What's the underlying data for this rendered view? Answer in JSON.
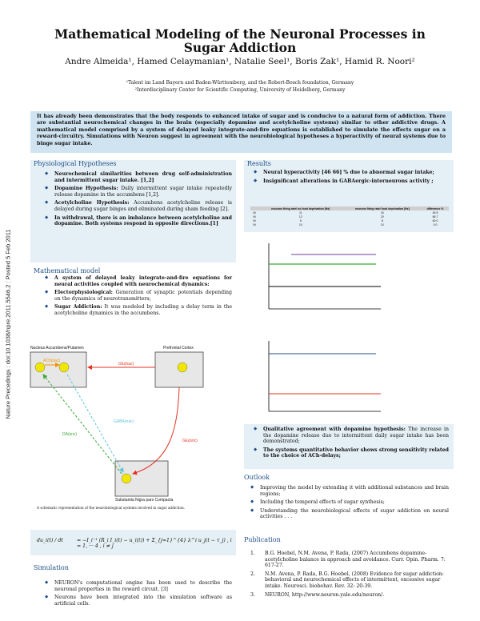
{
  "side_note": "Nature Precedings : doi:10.1038/npre.2011.5546.2 : Posted 5 Feb 2011",
  "title": "Mathematical Modeling of the Neuronal Processes in Sugar Addiction",
  "authors": "Andre Almeida¹, Hamed Celaymanian¹, Natalie Seel¹, Boris Zak¹, Hamid R. Noori²",
  "affiliations": [
    "¹Talent im Land Bayern and Baden-Württemberg, and the Robert-Bosch foundation, Germany",
    "²Interdisciplinary Center for Scientific Computing, University of Heidelberg, Germany"
  ],
  "abstract": "It has already been demonstrates that the body responds to enhanced intake of sugar and is conducive to a natural form of addiction. There are substantial neurochemical changes in the brain (especially dopamine and acetylcholine systems) similar to other addictive drugs. A mathematical model comprised by a system of delayed leaky integrate-and-fire equations is established to simulate the effects sugar on a reward-circuitry. Simulations with Neuron suggest in agreement with the neurobiological hypotheses a hyperactivity of neural systems due to binge sugar intake.",
  "physio": {
    "heading": "Physiological Hypotheses",
    "items": [
      {
        "bold": "Neurochemical similarities between drug self-administration and intermittent sugar intake. [1,2]",
        "text": ""
      },
      {
        "bold": "Dopamine Hypothesis:",
        "text": " Daily intermittent sugar intake repeatedly release dopamine in the accumbens [1,2]."
      },
      {
        "bold": "Acetylcholine Hypothesis:",
        "text": " Accumbens acetylcholine release is delayed during sugar binges and eliminated during sham feeding [2]."
      },
      {
        "bold": "In withdrawal, there is an imbalance between acetylcholine and dopamine. Both systems respond in opposite directions.[1]",
        "text": ""
      }
    ]
  },
  "model": {
    "heading": "Mathematical model",
    "items": [
      {
        "bold": "A system of delayed leaky integrate-and-fire equations for neural activities coupled with neurochemical dynamics:",
        "text": ""
      },
      {
        "bold": "Electorphysiological:",
        "text": " Generation of synaptic potentials depending on the dynamics of neurotransmitters;"
      },
      {
        "bold": "Sugar Addiction:",
        "text": " It was modeled by including a delay term in the acetylcholine dynamics in the accumbens."
      }
    ]
  },
  "diagram": {
    "nac": "Nucleus Accumbens/Putamen",
    "pfc": "Prefrontal Cortex",
    "ach": "ACh(nac)",
    "glu1": "Glu(nac)",
    "gaba": "GABA(nac)",
    "da": "DA(snc)",
    "glu2": "Glu(snc)",
    "snc": "Substantia Nigra pars Compacta",
    "caption": "A schematic representation of the neurobiological systems involved in sugar addiction."
  },
  "equation": {
    "lhs": "du_i(t) / dt",
    "rhs": "= −I_i⁻¹ (R_i I_i(t) − u_i(t)) + Σ_{j=1}^{4} λ^i u_j(t − τ_j) ,  i = 1, ··· 4 ,  i ≠ j"
  },
  "simulation": {
    "heading": "Simulation",
    "items": [
      {
        "bold": "",
        "text": "NEURON's computational engine has been used to describe the neuronal properties in the reward circuit. [3]"
      },
      {
        "bold": "",
        "text": "Neurons have been integrated into the simulation software as artificial cells."
      }
    ]
  },
  "results": {
    "heading": "Results",
    "items": [
      {
        "bold": "Neural hyperactivity [46 66] % due to abnormal sugar intake;",
        "text": ""
      },
      {
        "bold": "Insignificant alterations in GABAergic-interneurons activity ;",
        "text": ""
      }
    ],
    "table_headers": [
      "",
      "neurons firing rate/ no food deprivation [Hz]",
      "neurons firing rate/ food deprivation [Hz]",
      "difference %"
    ],
    "table_rows": [
      [
        "Ni",
        "11",
        "16",
        "45.5"
      ],
      [
        "Ni",
        "12",
        "20",
        "66.7"
      ],
      [
        "Ni",
        "5",
        "8",
        "60.0"
      ],
      [
        "Ni",
        "10",
        "10",
        "0.0"
      ]
    ],
    "items2": [
      {
        "bold": "Qualitative agreement with dopamine hypothesis:",
        "text": " The increase in the dopamine release due to intermittent daily sugar intake has been demonstrated;"
      },
      {
        "bold": "The systems quantitative behavior shows strong sensitivity related to the choice of ACh-delays;",
        "text": ""
      }
    ]
  },
  "outlook": {
    "heading": "Outlook",
    "items": [
      {
        "bold": "",
        "text": "Improving the model by extending it with additional substances and brain regions;"
      },
      {
        "bold": "",
        "text": "Including the temporal effects of sugar synthesis;"
      },
      {
        "bold": "",
        "text": "Understanding the neurobiological effects of sugar addiction on neural activities . . ."
      }
    ]
  },
  "publication": {
    "heading": "Publication",
    "refs": [
      {
        "num": "1.",
        "text": "B.G. Hoebel, N.M. Avena, P. Rada, (2007) Accumbens dopamine-acetylcholine balance in approach and avoidance. Curr. Opin. Pharm. 7: 617-27."
      },
      {
        "num": "2.",
        "text": "N.M. Avena, P. Rada, B.G. Hoebel, (2008) Evidence for sugar addiction: behavioral and neurochemical effects of intermittent, excessive sugar intake. Neurosci. biobehav. Rev. 32: 20-39."
      },
      {
        "num": "3.",
        "text": "NEURON, http://www.neuron.yale.edu/neuron/."
      }
    ]
  },
  "colors": {
    "panel": "#e5eff6",
    "abstract_bg": "#cfe3f1",
    "heading": "#1e4f86",
    "node": "#f1e600",
    "arrow_red": "#e5331f",
    "arrow_green": "#3aaa35",
    "arrow_cyan": "#5ec4d6",
    "arrow_orange": "#f39200"
  }
}
